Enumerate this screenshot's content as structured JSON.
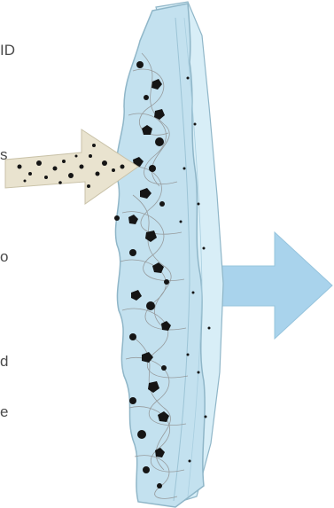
{
  "text_fragments": [
    "ID",
    "s",
    "o",
    "d",
    "e"
  ],
  "colors": {
    "filter_fill": "#c3e1ef",
    "filter_fill_light": "#d8eef7",
    "filter_edge": "#8fb6c8",
    "fibers": "#8f8f8f",
    "particles": "#151515",
    "incoming_arrow": "#e9e3cf",
    "outgoing_arrow": "#a9d3ec"
  },
  "icons": {
    "incoming": "dirty-flow-arrow-icon",
    "outgoing": "clean-flow-arrow-icon"
  }
}
